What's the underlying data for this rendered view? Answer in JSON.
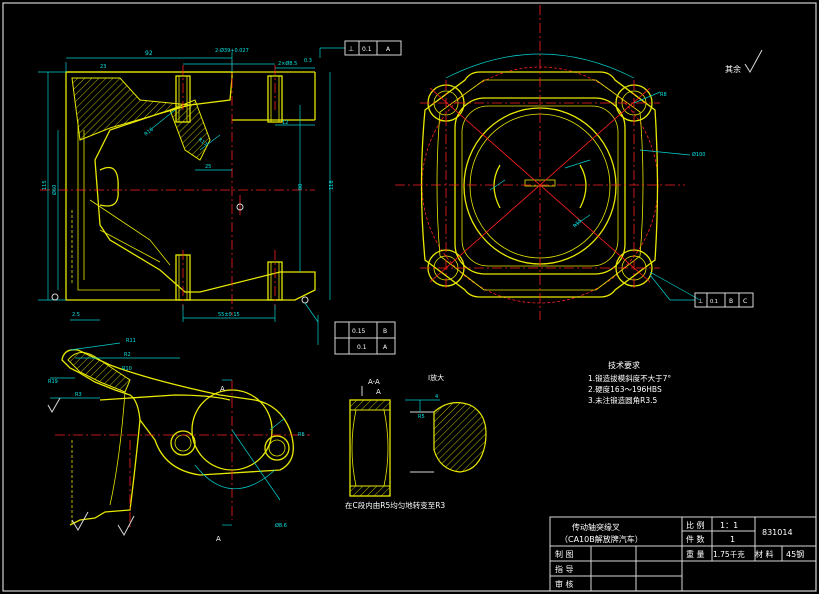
{
  "title_block": {
    "part_name": "传动轴突缘叉",
    "model": "（CA10B解放牌汽车）",
    "scale_label": "比 例",
    "scale_value": "1：1",
    "drawing_no": "831014",
    "qty_label": "件 数",
    "qty_value": "1",
    "weight_label": "重 量",
    "weight_value": "1.75千克",
    "material_label": "材 料",
    "material_value": "45钢",
    "row_draw": "制 图",
    "row_guide": "指 导",
    "row_review": "审 核"
  },
  "notes": {
    "heading": "技术要求",
    "items": [
      "1.锻造拔模斜度不大于7°",
      "2.硬度163～196HBS",
      "3.未注锻造圆角R3.5"
    ],
    "fillet_note": "在C段内由R5均匀地转变至R3"
  },
  "labels": {
    "roughness_rest": "其余",
    "section": "A-A",
    "enlarged": "I放大",
    "sec_a": "A"
  },
  "dims": {
    "d92": "92",
    "d2x39": "2-Ø39+0.027",
    "d2xm": "2×Ø8.5",
    "d0_3": "0.3",
    "d23": "23",
    "d12": "12",
    "d25": "25",
    "d55": "55±0.15",
    "d90": "90",
    "d118": "118",
    "d115": "115",
    "d60": "Ø60",
    "r16": "R16",
    "r17": "R17",
    "r8": "R8",
    "d100": "Ø100",
    "r15": "R15",
    "r11": "R11",
    "r2": "R2",
    "r10": "R10",
    "r3": "R3",
    "r19": "R19",
    "d2_5": "2.5",
    "r5": "R5",
    "d4": "4",
    "d8_6": "Ø8.6",
    "r6": "R6"
  },
  "fcf": {
    "top_sym": "⊥",
    "top_val": "0.1",
    "top_ref": "A",
    "right_sym": "⊥",
    "right_val": "0.1",
    "right_ref": "B",
    "right_ref2": "C",
    "mid_val1": "0.15",
    "mid_ref1": "B",
    "mid_val2": "0.1",
    "mid_ref2": "A"
  },
  "colors": {
    "geometry": "#e8e800",
    "dimension": "#00e5e5",
    "centerline": "#ff2020",
    "text": "#ffffff"
  }
}
